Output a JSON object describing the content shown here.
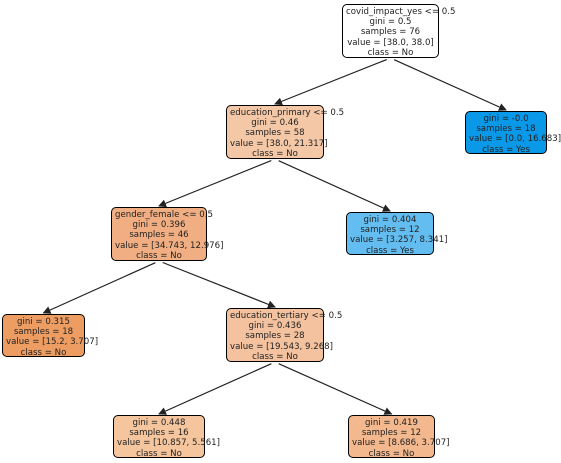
{
  "tree": {
    "nodes": [
      {
        "id": "root",
        "lines": [
          "covid_impact_yes <= 0.5",
          "gini = 0.5",
          "samples = 76",
          "value = [38.0, 38.0]",
          "class = No"
        ],
        "fill": "#ffffff"
      },
      {
        "id": "n1",
        "lines": [
          "education_primary <= 0.5",
          "gini = 0.46",
          "samples = 58",
          "value = [38.0, 21.317]",
          "class = No"
        ],
        "fill": "#f4c8a7"
      },
      {
        "id": "n2",
        "lines": [
          "gini = -0.0",
          "samples = 18",
          "value = [0.0, 16.683]",
          "class = Yes"
        ],
        "fill": "#0a98e8"
      },
      {
        "id": "n3",
        "lines": [
          "gender_female <= 0.5",
          "gini = 0.396",
          "samples = 46",
          "value = [34.743, 12.976]",
          "class = No"
        ],
        "fill": "#f0ae82"
      },
      {
        "id": "n4",
        "lines": [
          "gini = 0.404",
          "samples = 12",
          "value = [3.257, 8.341]",
          "class = Yes"
        ],
        "fill": "#63bdf0"
      },
      {
        "id": "n5",
        "lines": [
          "gini = 0.315",
          "samples = 18",
          "value = [15.2, 3.707]",
          "class = No"
        ],
        "fill": "#ee9d62"
      },
      {
        "id": "n6",
        "lines": [
          "education_tertiary <= 0.5",
          "gini = 0.436",
          "samples = 28",
          "value = [19.543, 9.268]",
          "class = No"
        ],
        "fill": "#f4c29e"
      },
      {
        "id": "n7",
        "lines": [
          "gini = 0.448",
          "samples = 16",
          "value = [10.857, 5.561]",
          "class = No"
        ],
        "fill": "#f5c59e"
      },
      {
        "id": "n8",
        "lines": [
          "gini = 0.419",
          "samples = 12",
          "value = [8.686, 3.707]",
          "class = No"
        ],
        "fill": "#f3b88d"
      }
    ],
    "edges": [
      [
        "root",
        "n1"
      ],
      [
        "root",
        "n2"
      ],
      [
        "n1",
        "n3"
      ],
      [
        "n1",
        "n4"
      ],
      [
        "n3",
        "n5"
      ],
      [
        "n3",
        "n6"
      ],
      [
        "n6",
        "n7"
      ],
      [
        "n6",
        "n8"
      ]
    ]
  }
}
